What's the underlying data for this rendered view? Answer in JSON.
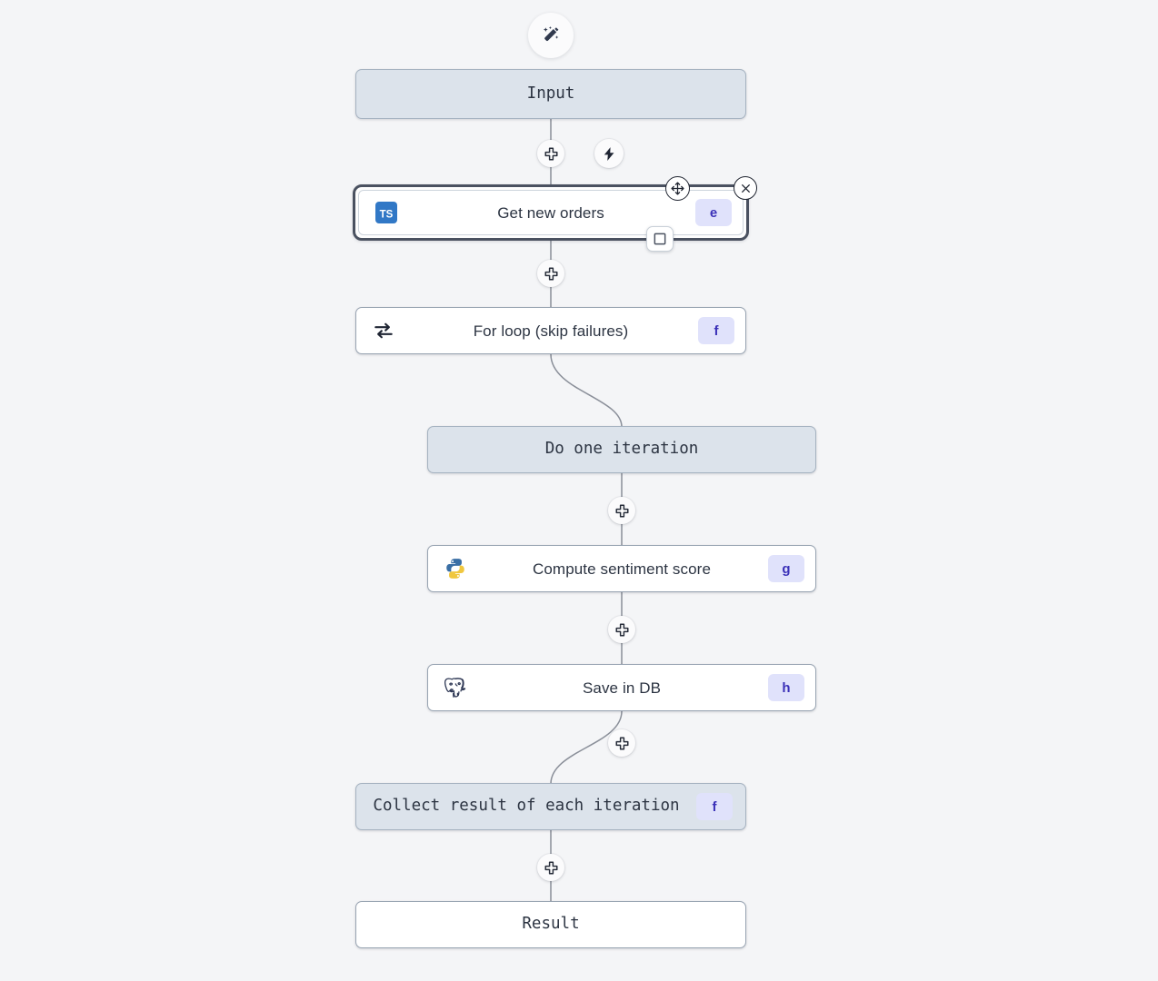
{
  "canvas": {
    "background_color": "#f4f5f7",
    "gray_node_color": "#dce3eb",
    "accent_badge_bg": "#e0e2fb",
    "accent_badge_text": "#3b31b8",
    "selection_border_color": "#4a5160"
  },
  "toolbar": {
    "ai_wand_icon": "magic-wand-icon",
    "add_step_icon": "plus-icon",
    "trigger_icon": "lightning-bolt-icon"
  },
  "selected_node_controls": {
    "move_icon": "move-arrows-icon",
    "close_icon": "close-x-icon",
    "checkbox_icon": "checkbox-unchecked-icon"
  },
  "nodes": [
    {
      "id": "input",
      "label": "Input",
      "style": "gray-mono",
      "icon": null,
      "badge": null
    },
    {
      "id": "step_e",
      "label": "Get new orders",
      "style": "white-sans",
      "icon": "typescript-icon",
      "badge": "e",
      "selected": true
    },
    {
      "id": "step_f",
      "label": "For loop (skip failures)",
      "style": "white-sans",
      "icon": "loop-icon",
      "badge": "f"
    },
    {
      "id": "iter",
      "label": "Do one iteration",
      "style": "gray-mono",
      "icon": null,
      "badge": null
    },
    {
      "id": "step_g",
      "label": "Compute sentiment score",
      "style": "white-sans",
      "icon": "python-icon",
      "badge": "g"
    },
    {
      "id": "step_h",
      "label": "Save in DB",
      "style": "white-sans",
      "icon": "postgresql-icon",
      "badge": "h"
    },
    {
      "id": "collect",
      "label": "Collect result of each iteration",
      "style": "gray-mono",
      "icon": null,
      "badge": "f"
    },
    {
      "id": "result",
      "label": "Result",
      "style": "white-mono",
      "icon": null,
      "badge": null
    }
  ],
  "edge_plus_buttons": [
    {
      "id": "plus-after-input",
      "icon": "plus-icon"
    },
    {
      "id": "plus-after-e",
      "icon": "plus-icon"
    },
    {
      "id": "plus-after-iter",
      "icon": "plus-icon"
    },
    {
      "id": "plus-after-g",
      "icon": "plus-icon"
    },
    {
      "id": "plus-after-h",
      "icon": "plus-icon"
    },
    {
      "id": "plus-after-collect",
      "icon": "plus-icon"
    }
  ]
}
